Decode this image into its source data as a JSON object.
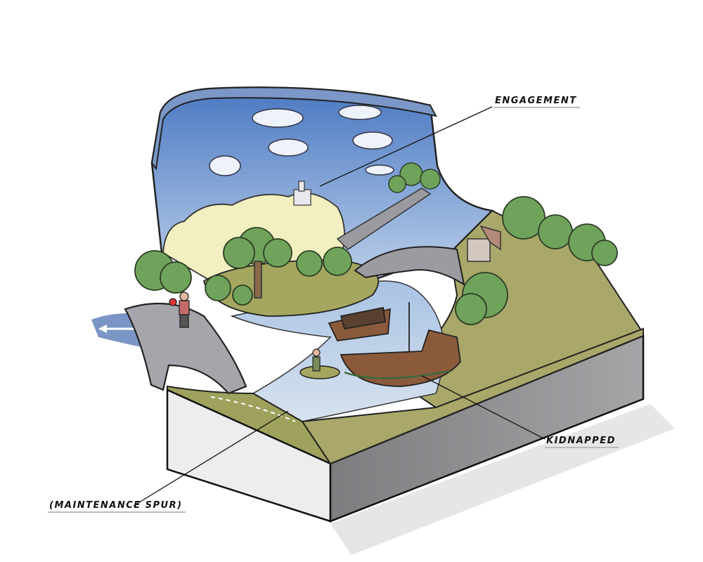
{
  "labels": {
    "engagement": "Engagement",
    "kidnapped": "Kidnapped",
    "maintenance_spur": "(Maintenance spur)"
  },
  "colors": {
    "sky_top": "#4f7fc6",
    "sky_bottom": "#b9cde8",
    "grass": "#a9a86a",
    "tree": "#6fa35b",
    "water": "#8fb0d8",
    "boat": "#8a5a3b",
    "box_side": "#8f8f91",
    "box_front": "#ececec"
  }
}
